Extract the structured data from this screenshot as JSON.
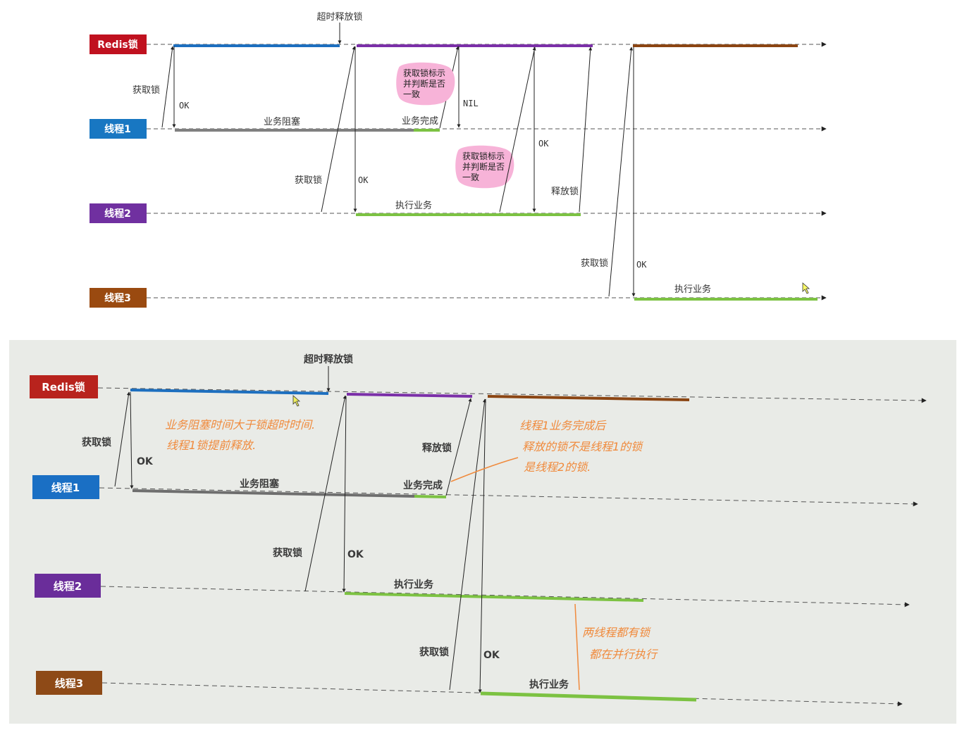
{
  "top": {
    "lanes": [
      {
        "id": "redis",
        "label": "Redis锁",
        "color": "#c0111f"
      },
      {
        "id": "t1",
        "label": "线程1",
        "color": "#1877c2"
      },
      {
        "id": "t2",
        "label": "线程2",
        "color": "#7030a0"
      },
      {
        "id": "t3",
        "label": "线程3",
        "color": "#9a4a10"
      }
    ],
    "labels": {
      "timeout_release": "超时释放锁",
      "acquire_1": "获取锁",
      "ok_1": "OK",
      "business_block": "业务阻塞",
      "business_done": "业务完成",
      "nil": "NIL",
      "acquire_2": "获取锁",
      "ok_2": "OK",
      "execute_2": "执行业务",
      "ok_2b": "OK",
      "release_2": "释放锁",
      "acquire_3": "获取锁",
      "ok_3": "OK",
      "execute_3": "执行业务"
    },
    "pink_notes": [
      {
        "lines": [
          "获取锁标示",
          "并判断是否",
          "一致"
        ]
      },
      {
        "lines": [
          "获取锁标示",
          "并判断是否",
          "一致"
        ]
      }
    ]
  },
  "bottom": {
    "lanes": [
      {
        "id": "redis",
        "label": "Redis锁",
        "color": "#b8231d"
      },
      {
        "id": "t1",
        "label": "线程1",
        "color": "#1a6fc4"
      },
      {
        "id": "t2",
        "label": "线程2",
        "color": "#6a2d9a"
      },
      {
        "id": "t3",
        "label": "线程3",
        "color": "#8e4a17"
      }
    ],
    "labels": {
      "timeout_release": "超时释放锁",
      "acquire_1": "获取锁",
      "ok_1": "OK",
      "business_block": "业务阻塞",
      "business_done": "业务完成",
      "release_1": "释放锁",
      "acquire_2": "获取锁",
      "ok_2": "OK",
      "execute_2": "执行业务",
      "acquire_3": "获取锁",
      "ok_3": "OK",
      "execute_3": "执行业务"
    },
    "handwritten": {
      "note1_line1": "业务阻塞时间大于锁超时时间.",
      "note1_line2": "线程1锁提前释放.",
      "note2_line1": "线程1业务完成后",
      "note2_line2": "释放的锁不是线程1的锁",
      "note2_line3": "是线程2的锁.",
      "note3_line1": "两线程都有锁",
      "note3_line2": "都在并行执行"
    }
  },
  "colors": {
    "blue_bar": "#1d6fbf",
    "purple_bar": "#7b2fa8",
    "brown_bar": "#8b4513",
    "gray_bar": "#808080",
    "green_bar": "#7cc242",
    "pink_note": "#f7b3d8",
    "hand_ink": "#f08a3c",
    "photo_bg": "#e9ebe7"
  }
}
